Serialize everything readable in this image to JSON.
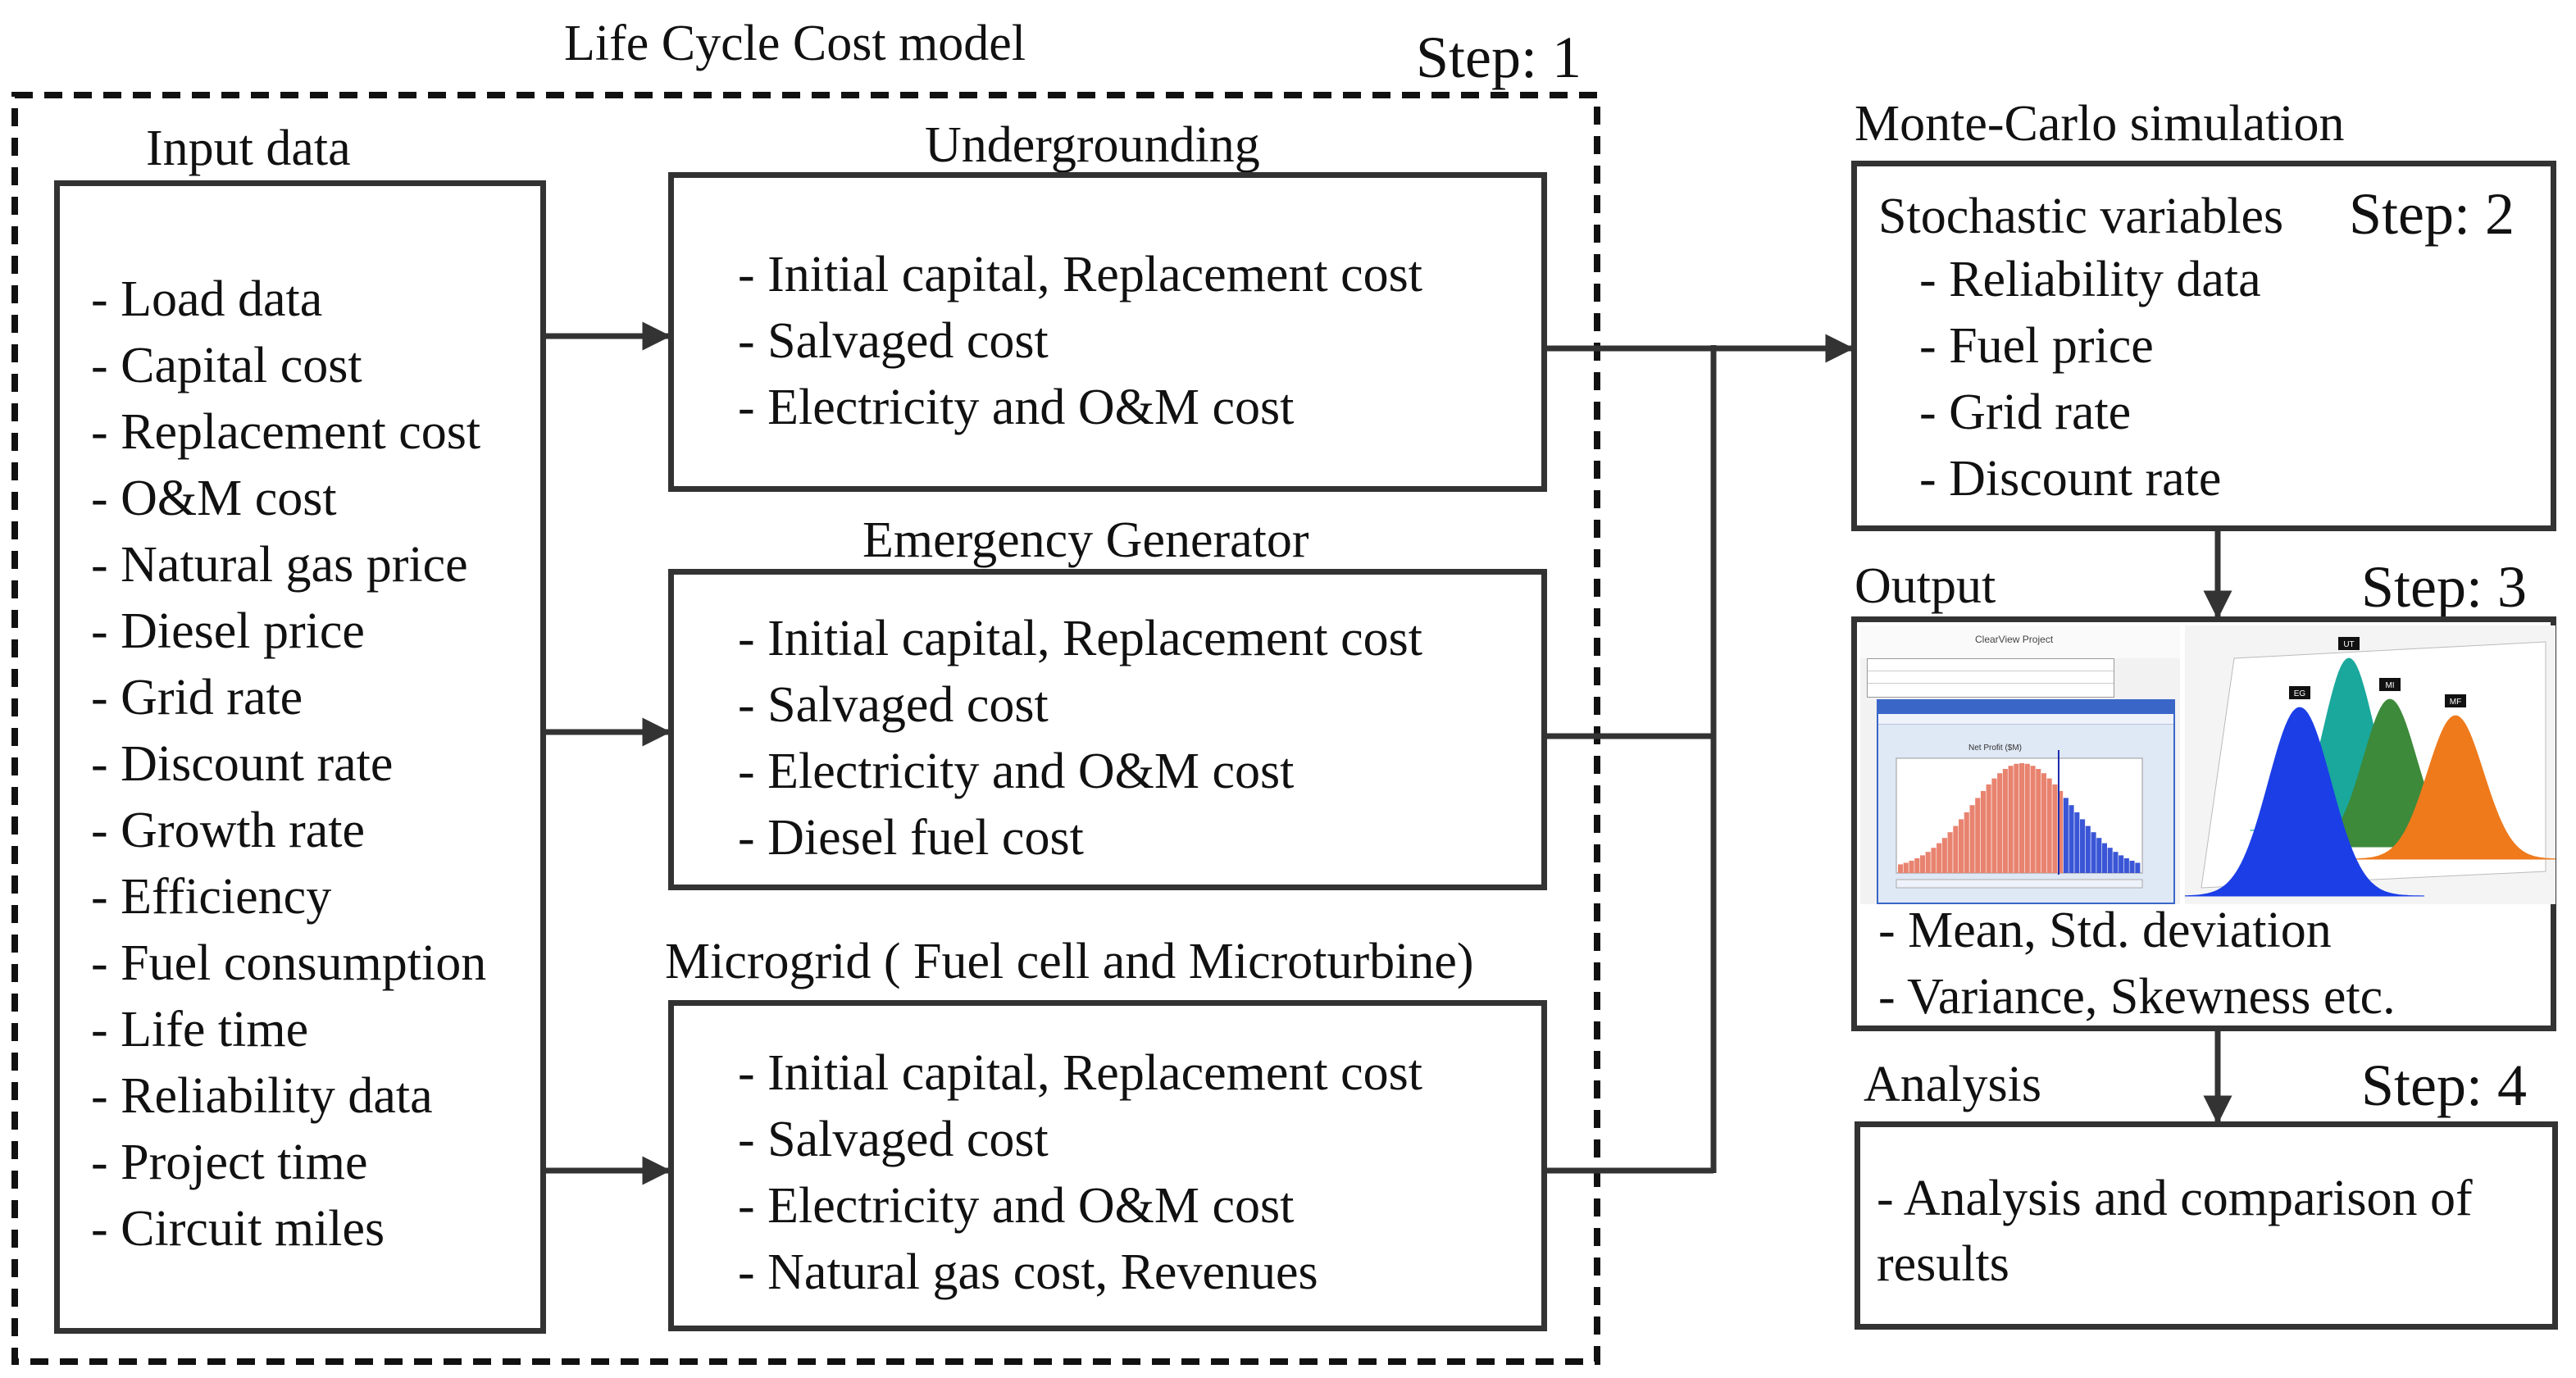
{
  "lcc": {
    "title": "Life Cycle Cost model",
    "step": "Step: 1",
    "input": {
      "heading": "Input data",
      "items": [
        "- Load data",
        "- Capital cost",
        "- Replacement cost",
        "- O&M cost",
        "- Natural gas price",
        "- Diesel price",
        "- Grid rate",
        "- Discount rate",
        "- Growth rate",
        "- Efficiency",
        "- Fuel consumption",
        "- Life time",
        "- Reliability data",
        "- Project time",
        "- Circuit miles"
      ]
    },
    "options": [
      {
        "title": "Undergrounding",
        "items": [
          "- Initial capital, Replacement cost",
          "- Salvaged cost",
          "- Electricity and O&M cost"
        ]
      },
      {
        "title": "Emergency Generator",
        "items": [
          "- Initial capital, Replacement cost",
          "- Salvaged cost",
          "- Electricity and O&M cost",
          "- Diesel fuel cost"
        ]
      },
      {
        "title": "Microgrid ( Fuel cell and Microturbine)",
        "items": [
          "- Initial capital, Replacement cost",
          "- Salvaged cost",
          "- Electricity and O&M cost",
          "- Natural gas cost, Revenues"
        ]
      }
    ]
  },
  "mc": {
    "title": "Monte-Carlo simulation",
    "step": "Step: 2",
    "heading": "Stochastic variables",
    "items": [
      "- Reliability data",
      "- Fuel price",
      "- Grid rate",
      "- Discount rate"
    ]
  },
  "output": {
    "title": "Output",
    "step": "Step: 3",
    "items": [
      "- Mean, Std. deviation",
      "- Variance, Skewness etc."
    ],
    "screenshot": {
      "window_title": "ClearView Project",
      "chart_title": "Net Profit ($M)",
      "labels": [
        "EG",
        "UT",
        "MI",
        "MF"
      ]
    }
  },
  "analysis": {
    "title": "Analysis",
    "step": "Step: 4",
    "text_line1": "- Analysis and comparison of",
    "text_line2": "results"
  },
  "colors": {
    "line": "#333333",
    "hist_left": "#e8836f",
    "hist_right": "#3a56d6",
    "eg": "#1b3ee6",
    "ut": "#1aa89c",
    "mi": "#3d8a3a",
    "mf": "#ee7a1c"
  }
}
